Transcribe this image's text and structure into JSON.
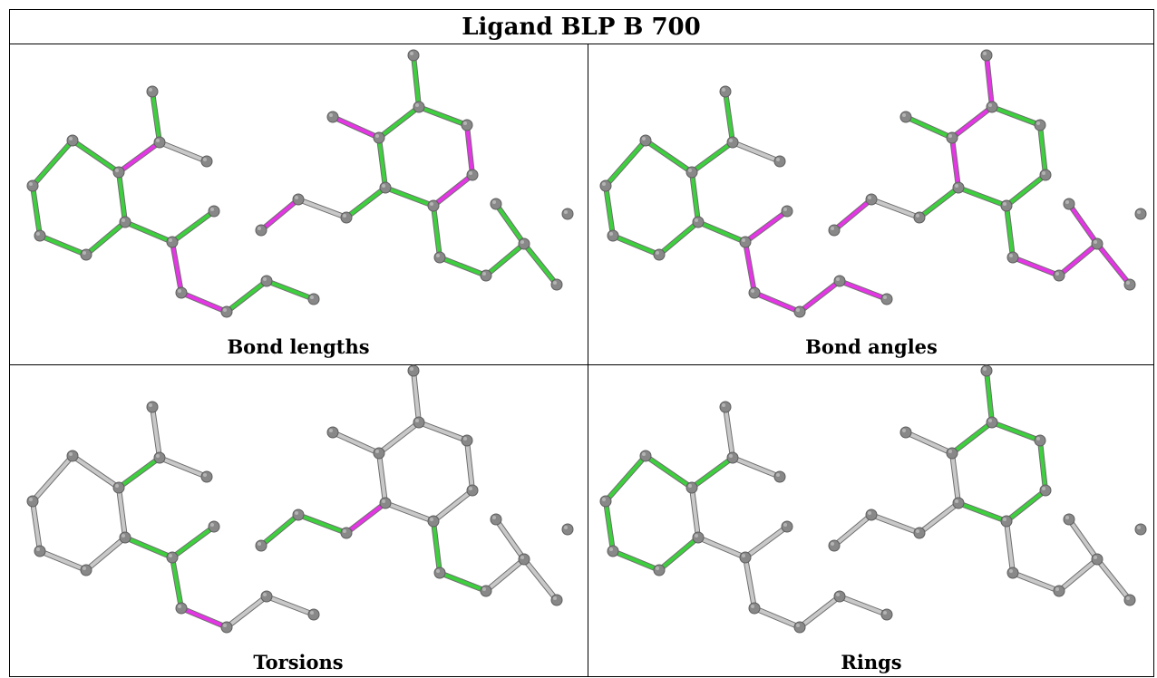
{
  "title": "Ligand BLP B 700",
  "colors": {
    "green": "#3ecf3e",
    "magenta": "#e436e4",
    "grey": "#c8c8c8",
    "atom": "#888888"
  },
  "panels": [
    {
      "caption": "Bond lengths",
      "bond_colors": [
        "green",
        "magenta",
        "grey",
        "green",
        "green",
        "green",
        "green",
        "green",
        "green",
        "green",
        "green",
        "magenta",
        "magenta",
        "green",
        "magenta",
        "grey",
        "green",
        "green",
        "magenta",
        "green",
        "green",
        "green",
        "magenta",
        "magenta",
        "green",
        "green",
        "green",
        "green",
        "green",
        "green"
      ]
    },
    {
      "caption": "Bond angles",
      "bond_colors": [
        "green",
        "green",
        "grey",
        "green",
        "green",
        "green",
        "green",
        "green",
        "green",
        "green",
        "magenta",
        "magenta",
        "magenta",
        "magenta",
        "magenta",
        "grey",
        "green",
        "magenta",
        "green",
        "magenta",
        "magenta",
        "green",
        "green",
        "green",
        "green",
        "green",
        "magenta",
        "magenta",
        "magenta",
        "magenta"
      ]
    },
    {
      "caption": "Torsions",
      "bond_colors": [
        "grey",
        "green",
        "grey",
        "grey",
        "grey",
        "grey",
        "grey",
        "grey",
        "grey",
        "green",
        "green",
        "green",
        "magenta",
        "grey",
        "green",
        "green",
        "magenta",
        "grey",
        "grey",
        "grey",
        "grey",
        "grey",
        "grey",
        "grey",
        "grey",
        "green",
        "green",
        "grey",
        "grey",
        "grey"
      ]
    },
    {
      "caption": "Rings",
      "bond_colors": [
        "grey",
        "green",
        "grey",
        "green",
        "green",
        "green",
        "green",
        "green",
        "grey",
        "grey",
        "grey",
        "grey",
        "grey",
        "grey",
        "grey",
        "grey",
        "grey",
        "grey",
        "grey",
        "green",
        "green",
        "green",
        "green",
        "green",
        "green",
        "grey",
        "grey",
        "grey",
        "grey",
        "grey"
      ]
    }
  ]
}
